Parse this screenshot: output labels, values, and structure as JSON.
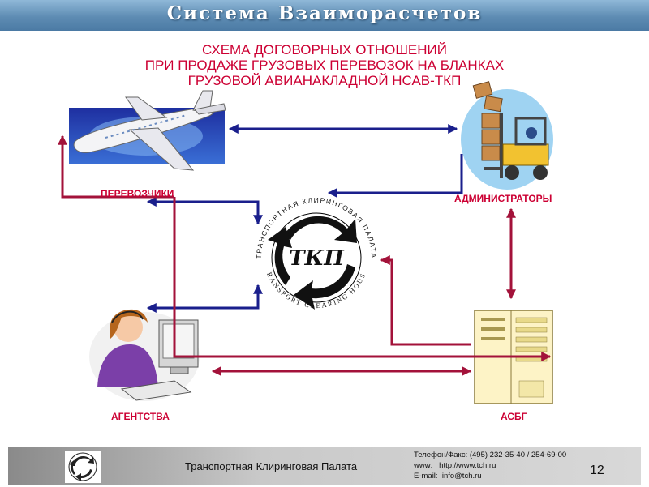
{
  "header": {
    "title": "Система Взаиморасчетов"
  },
  "slide_title": {
    "line1": "СХЕМА ДОГОВОРНЫХ ОТНОШЕНИЙ",
    "line2": "ПРИ ПРОДАЖЕ ГРУЗОВЫХ ПЕРЕВОЗОК НА БЛАНКАХ",
    "line3": "ГРУЗОВОЙ АВИАНАКЛАДНОЙ НСАВ-ТКП"
  },
  "nodes": {
    "carriers": "ПЕРЕВОЗЧИКИ",
    "administrators": "АДМИНИСТРАТОРЫ",
    "agencies": "АГЕНТСТВА",
    "asbg": "АСБГ"
  },
  "center_logo": {
    "ring_ru": "ТРАНСПОРТНАЯ КЛИРИНГОВАЯ ПАЛАТА",
    "ring_en": "TRANSPORT CLEARING HOUSE",
    "abbr": "ТКП"
  },
  "icons": {
    "carriers": "airplane-icon",
    "administrators": "forklift-icon",
    "agencies": "operator-at-computer-icon",
    "asbg": "server-cabinet-icon",
    "center": "tkp-logo-icon"
  },
  "colors": {
    "blue_arrow": "#1a1f8c",
    "red_arrow": "#a3123a",
    "label_red": "#cc0033"
  },
  "footer": {
    "org_name": "Транспортная Клиринговая Палата",
    "phone": "Телефон/Факс: (495) 232-35-40 / 254-69-00",
    "www_label": "www:",
    "www": "http://www.tch.ru",
    "email_label": "E-mail:",
    "email": "info@tch.ru",
    "page_number": "12"
  }
}
